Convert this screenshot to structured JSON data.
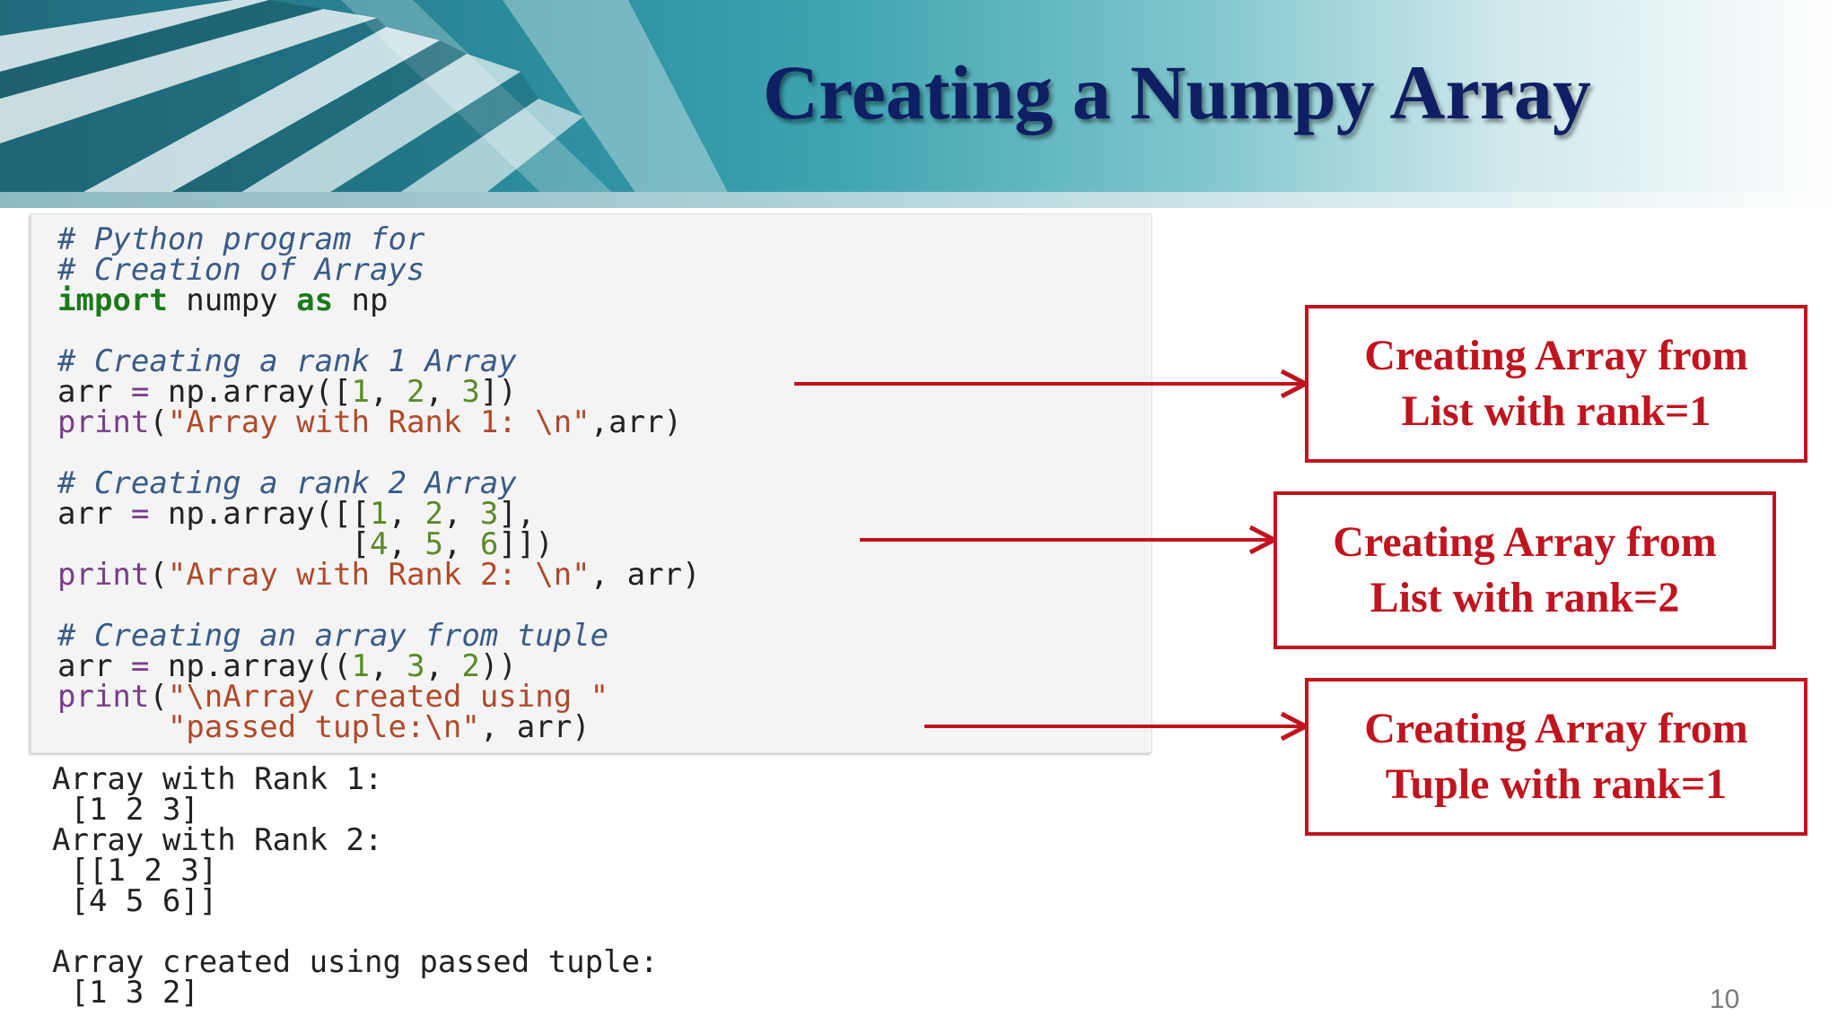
{
  "slide": {
    "title": "Creating a Numpy Array",
    "page_number": "10"
  },
  "code": {
    "lines": [
      [
        {
          "t": "# Python program for",
          "c": "comment"
        }
      ],
      [
        {
          "t": "# Creation of Arrays",
          "c": "comment"
        }
      ],
      [
        {
          "t": "import",
          "c": "kw"
        },
        {
          "t": " numpy ",
          "c": "plain"
        },
        {
          "t": "as",
          "c": "kw"
        },
        {
          "t": " np",
          "c": "plain"
        }
      ],
      [],
      [
        {
          "t": "# Creating a rank 1 Array",
          "c": "comment"
        }
      ],
      [
        {
          "t": "arr ",
          "c": "plain"
        },
        {
          "t": "=",
          "c": "op"
        },
        {
          "t": " np.array([",
          "c": "plain"
        },
        {
          "t": "1",
          "c": "num"
        },
        {
          "t": ", ",
          "c": "plain"
        },
        {
          "t": "2",
          "c": "num"
        },
        {
          "t": ", ",
          "c": "plain"
        },
        {
          "t": "3",
          "c": "num"
        },
        {
          "t": "])",
          "c": "plain"
        }
      ],
      [
        {
          "t": "print",
          "c": "fn"
        },
        {
          "t": "(",
          "c": "plain"
        },
        {
          "t": "\"Array with Rank 1: \\n\"",
          "c": "str"
        },
        {
          "t": ",arr)",
          "c": "plain"
        }
      ],
      [],
      [
        {
          "t": "# Creating a rank 2 Array",
          "c": "comment"
        }
      ],
      [
        {
          "t": "arr ",
          "c": "plain"
        },
        {
          "t": "=",
          "c": "op"
        },
        {
          "t": " np.array([[",
          "c": "plain"
        },
        {
          "t": "1",
          "c": "num"
        },
        {
          "t": ", ",
          "c": "plain"
        },
        {
          "t": "2",
          "c": "num"
        },
        {
          "t": ", ",
          "c": "plain"
        },
        {
          "t": "3",
          "c": "num"
        },
        {
          "t": "],",
          "c": "plain"
        }
      ],
      [
        {
          "t": "                [",
          "c": "plain"
        },
        {
          "t": "4",
          "c": "num"
        },
        {
          "t": ", ",
          "c": "plain"
        },
        {
          "t": "5",
          "c": "num"
        },
        {
          "t": ", ",
          "c": "plain"
        },
        {
          "t": "6",
          "c": "num"
        },
        {
          "t": "]])",
          "c": "plain"
        }
      ],
      [
        {
          "t": "print",
          "c": "fn"
        },
        {
          "t": "(",
          "c": "plain"
        },
        {
          "t": "\"Array with Rank 2: \\n\"",
          "c": "str"
        },
        {
          "t": ", arr)",
          "c": "plain"
        }
      ],
      [],
      [
        {
          "t": "# Creating an array from tuple",
          "c": "comment"
        }
      ],
      [
        {
          "t": "arr ",
          "c": "plain"
        },
        {
          "t": "=",
          "c": "op"
        },
        {
          "t": " np.array((",
          "c": "plain"
        },
        {
          "t": "1",
          "c": "num"
        },
        {
          "t": ", ",
          "c": "plain"
        },
        {
          "t": "3",
          "c": "num"
        },
        {
          "t": ", ",
          "c": "plain"
        },
        {
          "t": "2",
          "c": "num"
        },
        {
          "t": "))",
          "c": "plain"
        }
      ],
      [
        {
          "t": "print",
          "c": "fn"
        },
        {
          "t": "(",
          "c": "plain"
        },
        {
          "t": "\"\\nArray created using \"",
          "c": "str"
        }
      ],
      [
        {
          "t": "      ",
          "c": "plain"
        },
        {
          "t": "\"passed tuple:\\n\"",
          "c": "str"
        },
        {
          "t": ", arr)",
          "c": "plain"
        }
      ]
    ]
  },
  "output": {
    "lines": [
      "Array with Rank 1:",
      " [1 2 3]",
      "Array with Rank 2:",
      " [[1 2 3]",
      " [4 5 6]]",
      "",
      "Array created using passed tuple:",
      " [1 3 2]"
    ]
  },
  "callouts": [
    {
      "line1": "Creating Array from",
      "line2": "List with rank=1"
    },
    {
      "line1": "Creating Array from",
      "line2": "List with rank=2"
    },
    {
      "line1": "Creating Array from",
      "line2": "Tuple with rank=1"
    }
  ],
  "colors": {
    "title": "#0e1f63",
    "callout_red": "#c0141e",
    "banner_teal": "#1f8596"
  }
}
